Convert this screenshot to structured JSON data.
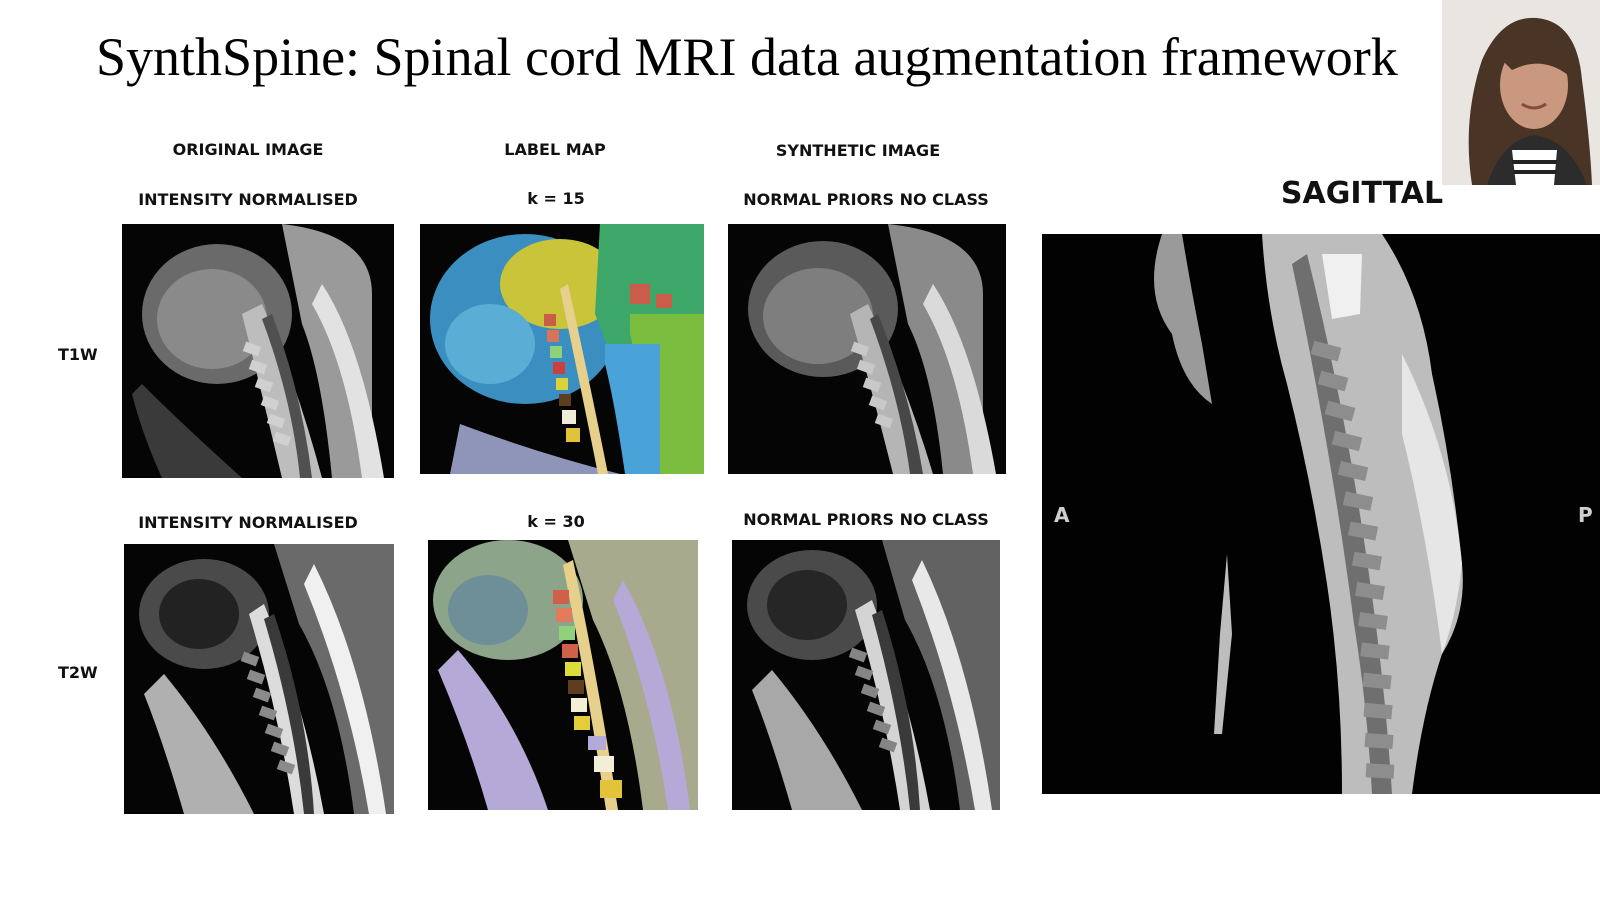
{
  "slide": {
    "title": "SynthSpine: Spinal cord MRI data augmentation framework"
  },
  "columns": {
    "original": "ORIGINAL IMAGE",
    "label_map": "LABEL MAP",
    "synthetic": "SYNTHETIC IMAGE"
  },
  "rows": {
    "t1": {
      "label": "T1W",
      "original_caption": "INTENSITY NORMALISED",
      "label_caption": "k = 15",
      "synthetic_caption": "NORMAL PRIORS NO CLASS"
    },
    "t2": {
      "label": "T2W",
      "original_caption": "INTENSITY NORMALISED",
      "label_caption": "k = 30",
      "synthetic_caption": "NORMAL PRIORS NO CLASS"
    }
  },
  "sagittal": {
    "label": "SAGITTAL",
    "anterior": "A",
    "posterior": "P"
  },
  "icons": {
    "t1_original": "mri-scan-icon",
    "t1_labelmap": "segmentation-map-icon",
    "t1_synthetic": "mri-scan-icon",
    "t2_original": "mri-scan-icon",
    "t2_labelmap": "segmentation-map-icon",
    "t2_synthetic": "mri-scan-icon",
    "sagittal_view": "mri-scan-icon",
    "presenter": "webcam-person-icon"
  }
}
